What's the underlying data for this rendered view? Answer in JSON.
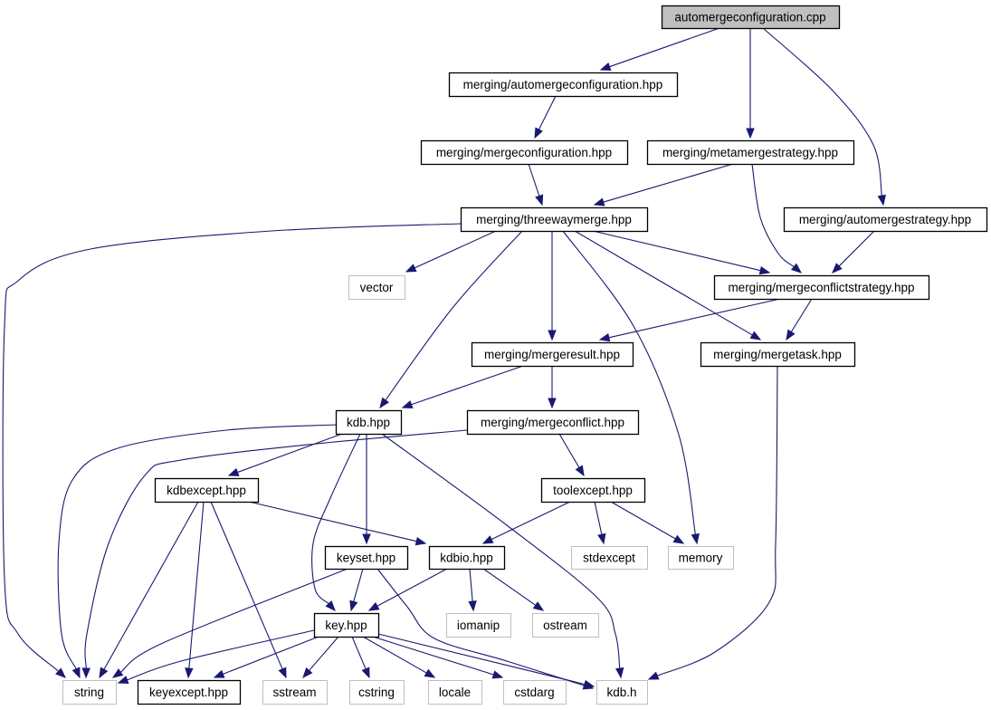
{
  "diagram": {
    "title": "Include dependency graph for automergeconfiguration.cpp",
    "colors": {
      "edge": "#191970",
      "root_fill": "#bfbfbf",
      "local_border": "#000000",
      "system_border": "#bfbfbf",
      "node_fill": "#ffffff"
    },
    "nodes": [
      {
        "id": "root",
        "label": "automergeconfiguration.cpp",
        "kind": "root"
      },
      {
        "id": "amc",
        "label": "merging/automergeconfiguration.hpp",
        "kind": "local"
      },
      {
        "id": "mc",
        "label": "merging/mergeconfiguration.hpp",
        "kind": "local"
      },
      {
        "id": "mms",
        "label": "merging/metamergestrategy.hpp",
        "kind": "local"
      },
      {
        "id": "twm",
        "label": "merging/threewaymerge.hpp",
        "kind": "local"
      },
      {
        "id": "ams",
        "label": "merging/automergestrategy.hpp",
        "kind": "local"
      },
      {
        "id": "vector",
        "label": "vector",
        "kind": "system"
      },
      {
        "id": "mcs",
        "label": "merging/mergeconflictstrategy.hpp",
        "kind": "local"
      },
      {
        "id": "mr",
        "label": "merging/mergeresult.hpp",
        "kind": "local"
      },
      {
        "id": "mt",
        "label": "merging/mergetask.hpp",
        "kind": "local"
      },
      {
        "id": "kdbhpp",
        "label": "kdb.hpp",
        "kind": "local"
      },
      {
        "id": "mcf",
        "label": "merging/mergeconflict.hpp",
        "kind": "local"
      },
      {
        "id": "kdbexcept",
        "label": "kdbexcept.hpp",
        "kind": "local"
      },
      {
        "id": "toolexcept",
        "label": "toolexcept.hpp",
        "kind": "local"
      },
      {
        "id": "keyset",
        "label": "keyset.hpp",
        "kind": "local"
      },
      {
        "id": "kdbio",
        "label": "kdbio.hpp",
        "kind": "local"
      },
      {
        "id": "stdexcept",
        "label": "stdexcept",
        "kind": "system"
      },
      {
        "id": "memory",
        "label": "memory",
        "kind": "system"
      },
      {
        "id": "key",
        "label": "key.hpp",
        "kind": "local"
      },
      {
        "id": "iomanip",
        "label": "iomanip",
        "kind": "system"
      },
      {
        "id": "ostream",
        "label": "ostream",
        "kind": "system"
      },
      {
        "id": "string",
        "label": "string",
        "kind": "system"
      },
      {
        "id": "keyexcept",
        "label": "keyexcept.hpp",
        "kind": "local"
      },
      {
        "id": "sstream",
        "label": "sstream",
        "kind": "system"
      },
      {
        "id": "cstring",
        "label": "cstring",
        "kind": "system"
      },
      {
        "id": "locale",
        "label": "locale",
        "kind": "system"
      },
      {
        "id": "cstdarg",
        "label": "cstdarg",
        "kind": "system"
      },
      {
        "id": "kdbh",
        "label": "kdb.h",
        "kind": "system"
      }
    ],
    "edges": [
      {
        "from": "root",
        "to": "amc"
      },
      {
        "from": "root",
        "to": "mms"
      },
      {
        "from": "root",
        "to": "ams"
      },
      {
        "from": "amc",
        "to": "mc"
      },
      {
        "from": "mc",
        "to": "twm"
      },
      {
        "from": "mms",
        "to": "twm"
      },
      {
        "from": "mms",
        "to": "mcs"
      },
      {
        "from": "ams",
        "to": "mcs"
      },
      {
        "from": "twm",
        "to": "string"
      },
      {
        "from": "twm",
        "to": "vector"
      },
      {
        "from": "twm",
        "to": "kdbhpp"
      },
      {
        "from": "twm",
        "to": "mr"
      },
      {
        "from": "twm",
        "to": "memory"
      },
      {
        "from": "twm",
        "to": "mt"
      },
      {
        "from": "twm",
        "to": "mcs"
      },
      {
        "from": "mcs",
        "to": "mr"
      },
      {
        "from": "mcs",
        "to": "mt"
      },
      {
        "from": "mr",
        "to": "kdbhpp"
      },
      {
        "from": "mr",
        "to": "mcf"
      },
      {
        "from": "mt",
        "to": "kdbh"
      },
      {
        "from": "kdbhpp",
        "to": "string"
      },
      {
        "from": "kdbhpp",
        "to": "kdbexcept"
      },
      {
        "from": "kdbhpp",
        "to": "key"
      },
      {
        "from": "kdbhpp",
        "to": "keyset"
      },
      {
        "from": "kdbhpp",
        "to": "kdbh"
      },
      {
        "from": "mcf",
        "to": "string"
      },
      {
        "from": "mcf",
        "to": "toolexcept"
      },
      {
        "from": "kdbexcept",
        "to": "string"
      },
      {
        "from": "kdbexcept",
        "to": "keyexcept"
      },
      {
        "from": "kdbexcept",
        "to": "sstream"
      },
      {
        "from": "kdbexcept",
        "to": "kdbio"
      },
      {
        "from": "toolexcept",
        "to": "kdbio"
      },
      {
        "from": "toolexcept",
        "to": "stdexcept"
      },
      {
        "from": "toolexcept",
        "to": "memory"
      },
      {
        "from": "keyset",
        "to": "string"
      },
      {
        "from": "keyset",
        "to": "key"
      },
      {
        "from": "keyset",
        "to": "kdbh"
      },
      {
        "from": "kdbio",
        "to": "key"
      },
      {
        "from": "kdbio",
        "to": "iomanip"
      },
      {
        "from": "kdbio",
        "to": "ostream"
      },
      {
        "from": "key",
        "to": "string"
      },
      {
        "from": "key",
        "to": "keyexcept"
      },
      {
        "from": "key",
        "to": "sstream"
      },
      {
        "from": "key",
        "to": "cstring"
      },
      {
        "from": "key",
        "to": "locale"
      },
      {
        "from": "key",
        "to": "cstdarg"
      },
      {
        "from": "key",
        "to": "kdbh"
      }
    ]
  }
}
